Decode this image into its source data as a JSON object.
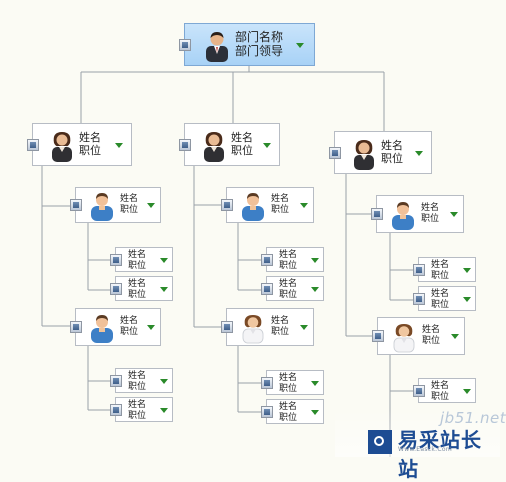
{
  "root": {
    "name": "部门名称",
    "title": "部门领导"
  },
  "managers": [
    {
      "name": "姓名",
      "title": "职位"
    },
    {
      "name": "姓名",
      "title": "职位"
    },
    {
      "name": "姓名",
      "title": "职位"
    }
  ],
  "column_1": {
    "leads": [
      {
        "name": "姓名",
        "title": "职位",
        "staff": [
          {
            "name": "姓名",
            "title": "职位"
          },
          {
            "name": "姓名",
            "title": "职位"
          }
        ]
      },
      {
        "name": "姓名",
        "title": "职位",
        "staff": [
          {
            "name": "姓名",
            "title": "职位"
          },
          {
            "name": "姓名",
            "title": "职位"
          }
        ]
      }
    ]
  },
  "column_2": {
    "leads": [
      {
        "name": "姓名",
        "title": "职位",
        "staff": [
          {
            "name": "姓名",
            "title": "职位"
          },
          {
            "name": "姓名",
            "title": "职位"
          }
        ]
      },
      {
        "name": "姓名",
        "title": "职位",
        "staff": [
          {
            "name": "姓名",
            "title": "职位"
          },
          {
            "name": "姓名",
            "title": "职位"
          }
        ]
      }
    ]
  },
  "column_3": {
    "leads": [
      {
        "name": "姓名",
        "title": "职位",
        "staff": [
          {
            "name": "姓名",
            "title": "职位"
          },
          {
            "name": "姓名",
            "title": "职位"
          }
        ]
      },
      {
        "name": "姓名",
        "title": "职位",
        "staff": [
          {
            "name": "姓名",
            "title": "职位"
          }
        ]
      }
    ]
  },
  "watermark": {
    "url": "jb51.net",
    "brand": "易采站长站",
    "brand_sub": "Www.Easck.Com"
  },
  "colors": {
    "connector": "#9aa0a8",
    "dropdown": "#2a8a2a",
    "root_fill": "#b3d8f8"
  }
}
